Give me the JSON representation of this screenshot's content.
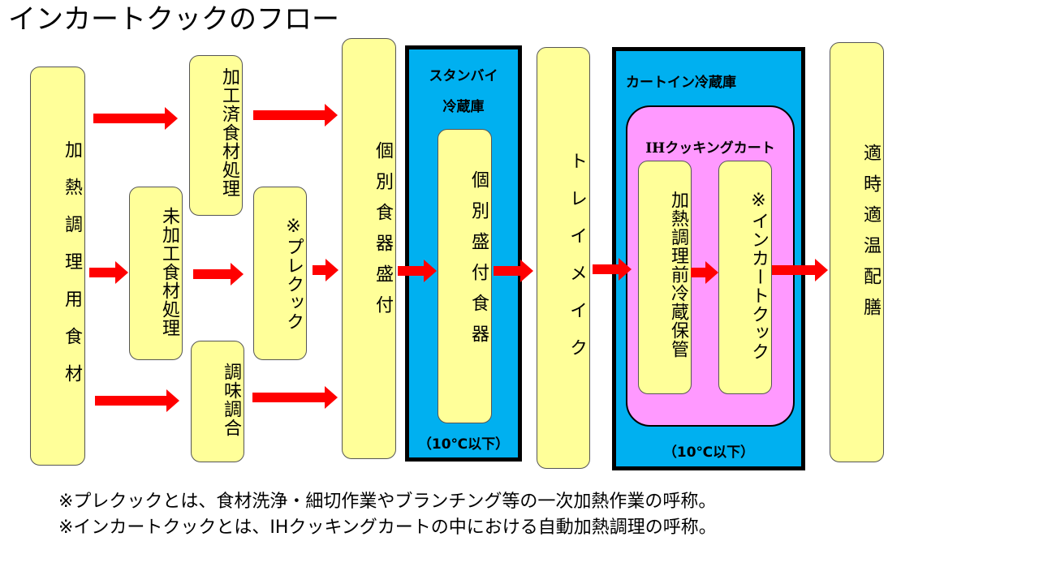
{
  "title": "インカートクックのフロー",
  "boxes": {
    "heated_food": "加熱調理用食材",
    "processed": "加工済食材処理",
    "unprocessed": "未加工食材処理",
    "seasoning": "調味調合",
    "precook": "※プレクック",
    "portioning": "個別食器盛付",
    "standby_inner": "個別盛付食器",
    "tray_make": "トレイメイク",
    "precold_storage": "加熱調理前冷蔵保管",
    "incart_cook": "※インカートクック",
    "timely_serving": "適時適温配膳"
  },
  "standby": {
    "label_line1": "スタンバイ",
    "label_line2": "冷蔵庫",
    "temp": "（10℃以下）"
  },
  "cartin": {
    "label": "カートイン冷蔵庫",
    "ih_label": "IHクッキングカート",
    "temp": "（10℃以下）"
  },
  "notes": [
    "※プレクックとは、食材洗浄・細切作業やブランチング等の一次加熱作業の呼称。",
    "※インカートクックとは、IHクッキングカートの中における自動加熱調理の呼称。"
  ],
  "colors": {
    "box": "#ffff99",
    "panel": "#00b0f0",
    "ih_cart": "#ff99ff",
    "arrow": "#ff0000"
  }
}
